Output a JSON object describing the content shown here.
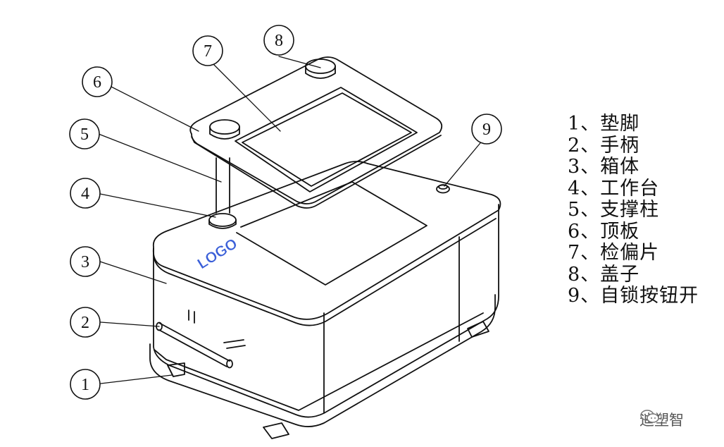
{
  "logo_text": "LOGO",
  "callouts": [
    "1",
    "2",
    "3",
    "4",
    "5",
    "6",
    "7",
    "8",
    "9"
  ],
  "legend": [
    "1、垫脚",
    "2、手柄",
    "3、箱体",
    "4、工作台",
    "5、支撑柱",
    "6、顶板",
    "7、检偏片",
    "8、盖子",
    "9、自锁按钮开"
  ],
  "watermark": "迪塑智",
  "colors": {
    "line": "#111111",
    "logo": "#3a5fd8",
    "watermark": "#555555"
  }
}
